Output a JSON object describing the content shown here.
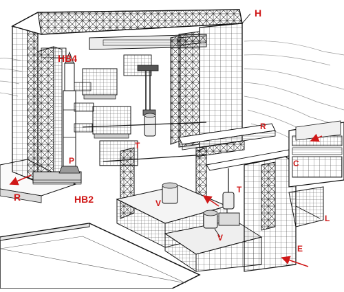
{
  "labels": {
    "H": "H",
    "HB4": "HB4",
    "R_top": "R",
    "C": "C",
    "T_left": "T",
    "T_right": "T",
    "P": "P",
    "R_left": "R",
    "HB2": "HB2",
    "V_upper": "V",
    "V_lower": "V",
    "L": "L",
    "E": "E"
  },
  "colors": {
    "label": "#d01818",
    "line": "#1a1a1a",
    "fill_light": "#f2f2f2",
    "fill_mid": "#d9d9d9",
    "fill_dark": "#9a9a9a"
  }
}
